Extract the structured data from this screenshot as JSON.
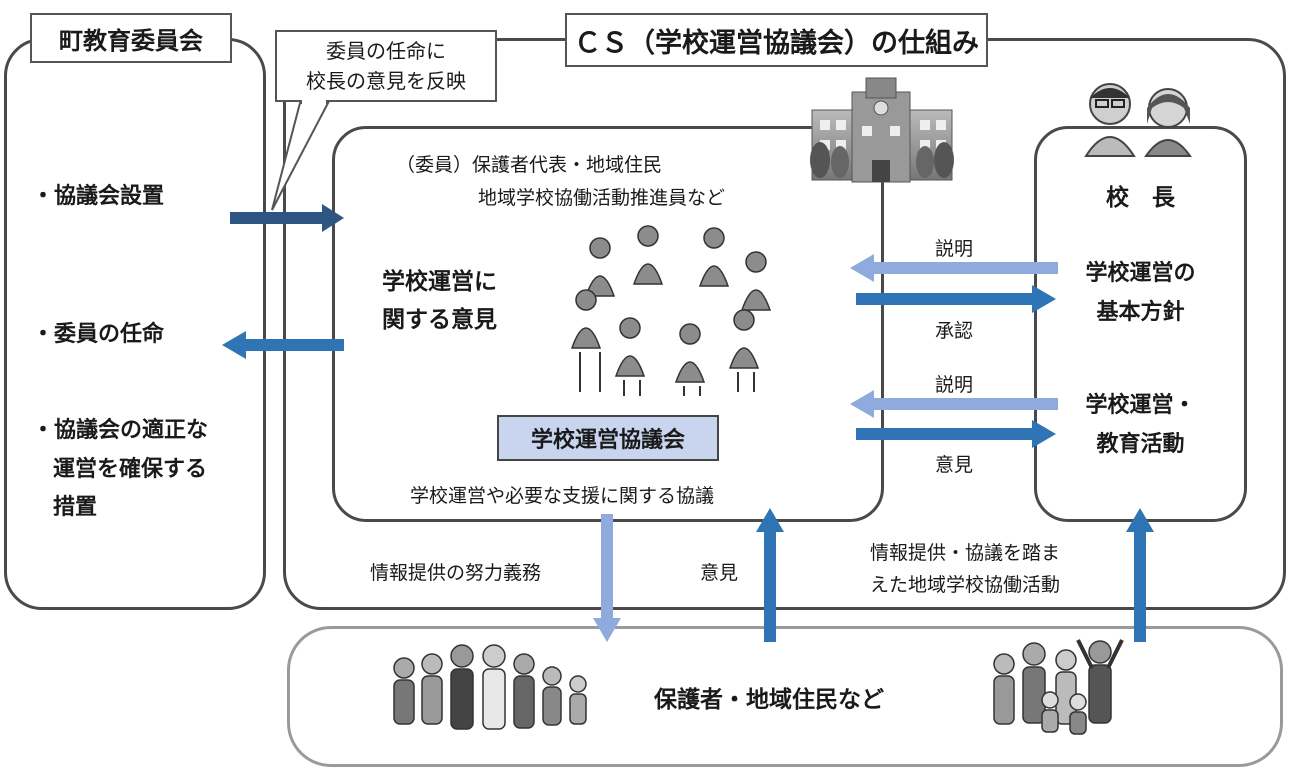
{
  "board": {
    "title": "町教育委員会",
    "items": [
      "・協議会設置",
      "・委員の任命",
      "・協議会の適正な",
      "運営を確保する",
      "措置"
    ]
  },
  "callout": {
    "lines": [
      "委員の任命に",
      "校長の意見を反映"
    ]
  },
  "cs": {
    "title": "ＣＳ（学校運営協議会）の仕組み"
  },
  "council": {
    "members_line1": "（委員）保護者代表・地域住民",
    "members_line2": "地域学校協働活動推進員など",
    "opinion_lines": [
      "学校運営に",
      "関する意見"
    ],
    "name": "学校運営協議会",
    "description": "学校運営や必要な支援に関する協議"
  },
  "principal": {
    "title": "校　長",
    "policy_lines": [
      "学校運営の",
      "基本方針"
    ],
    "activity_lines": [
      "学校運営・",
      "教育活動"
    ]
  },
  "arrows": {
    "explain_1": "説明",
    "approve": "承認",
    "explain_2": "説明",
    "opinion": "意見",
    "info_effort": "情報提供の努力義務",
    "community_opinion": "意見",
    "collab_lines": [
      "情報提供・協議を踏ま",
      "えた地域学校協働活動"
    ]
  },
  "community": {
    "title": "保護者・地域住民など"
  },
  "colors": {
    "dark_arrow": "#2e5583",
    "mid_arrow": "#2f74b5",
    "light_arrow": "#8faadc",
    "council_label_bg": "#c9d4ee"
  }
}
